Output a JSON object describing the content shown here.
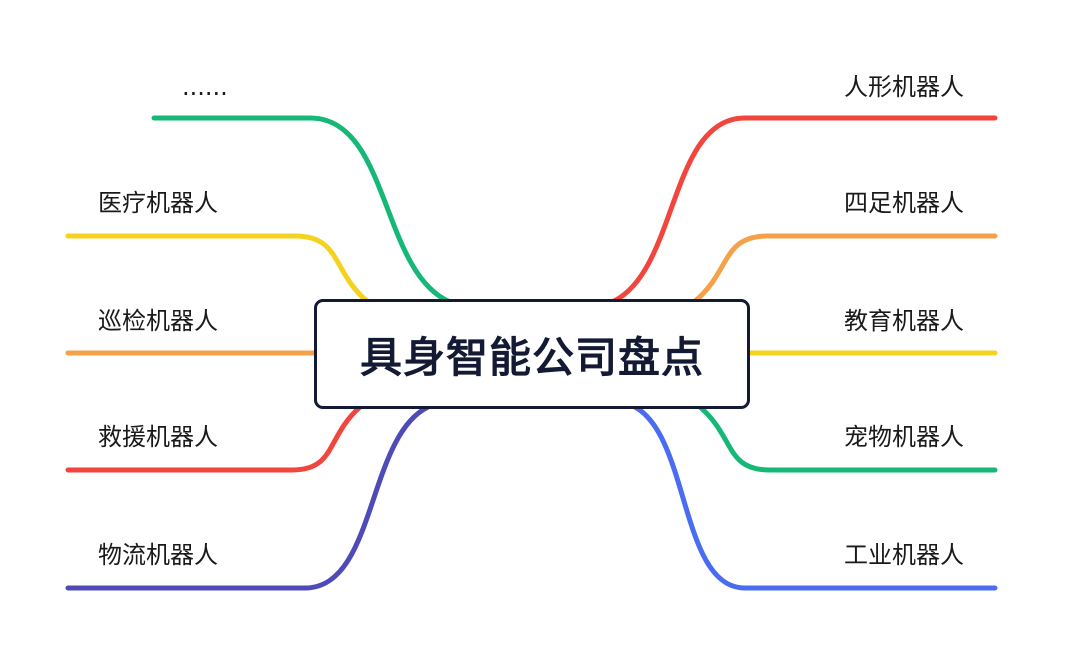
{
  "center": {
    "title": "具身智能公司盘点"
  },
  "left_branches": [
    {
      "label": "......",
      "color": "#16b877"
    },
    {
      "label": "医疗机器人",
      "color": "#f5d21e"
    },
    {
      "label": "巡检机器人",
      "color": "#f5a14a"
    },
    {
      "label": "救援机器人",
      "color": "#f2453d"
    },
    {
      "label": "物流机器人",
      "color": "#4e4ab8"
    }
  ],
  "right_branches": [
    {
      "label": "人形机器人",
      "color": "#f2453d"
    },
    {
      "label": "四足机器人",
      "color": "#f5a14a"
    },
    {
      "label": "教育机器人",
      "color": "#f5d21e"
    },
    {
      "label": "宠物机器人",
      "color": "#16b877"
    },
    {
      "label": "工业机器人",
      "color": "#4a6cf2"
    }
  ]
}
